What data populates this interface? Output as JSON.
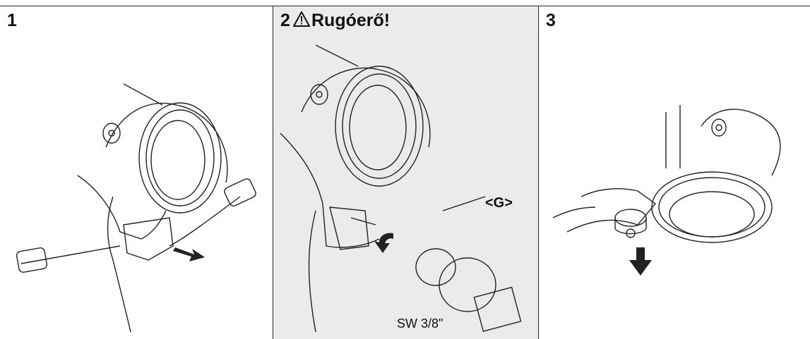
{
  "steps": [
    {
      "number": "1"
    },
    {
      "number": "2",
      "title": "Rugóerő!"
    },
    {
      "number": "3"
    }
  ],
  "labels": {
    "part_g": "<G>",
    "socket_size": "SW 3/8\""
  },
  "icons": {
    "warning": "warning-triangle-icon"
  },
  "colors": {
    "panel2_background": "#ebebeb",
    "line": "#222222"
  }
}
